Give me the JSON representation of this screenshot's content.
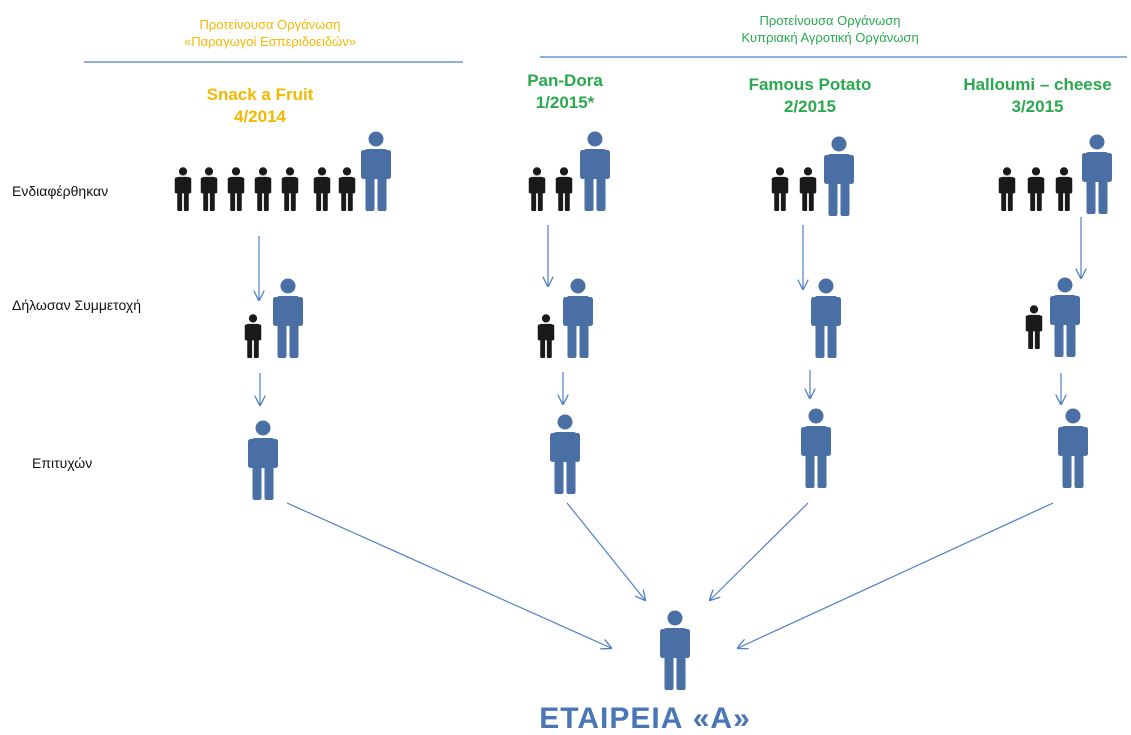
{
  "colors": {
    "yellow": "#f5b800",
    "green": "#2aa94f",
    "blue_person": "#4a6fa5",
    "black_person": "#1a1a1a",
    "arrow": "#4f7fc0",
    "divider": "#4f7fc0",
    "company": "#4a76b7"
  },
  "headers": {
    "left": {
      "line1": "Προτείνουσα Οργάνωση",
      "line2": "«Παραγωγοί Εσπεριδοειδών»"
    },
    "right": {
      "line1": "Προτείνουσα Οργάνωση",
      "line2": "Κυπριακή Αγροτική Οργάνωση"
    }
  },
  "projects": [
    {
      "name": "Snack a Fruit",
      "date": "4/2014",
      "color": "yellow",
      "interested": 8,
      "declared": 2,
      "successful": 1
    },
    {
      "name": "Pan-Dora",
      "date": "1/2015*",
      "color": "green",
      "interested": 3,
      "declared": 2,
      "successful": 1
    },
    {
      "name": "Famous Potato",
      "date": "2/2015",
      "color": "green",
      "interested": 3,
      "declared": 1,
      "successful": 1
    },
    {
      "name": "Halloumi – cheese",
      "date": "3/2015",
      "color": "green",
      "interested": 4,
      "declared": 2,
      "successful": 1
    }
  ],
  "stages": {
    "interested": "Ενδιαφέρθηκαν",
    "declared": "Δήλωσαν Συμμετοχή",
    "successful": "Επιτυχών"
  },
  "company": "ΕΤΑΙΡΕΙΑ «Α»"
}
